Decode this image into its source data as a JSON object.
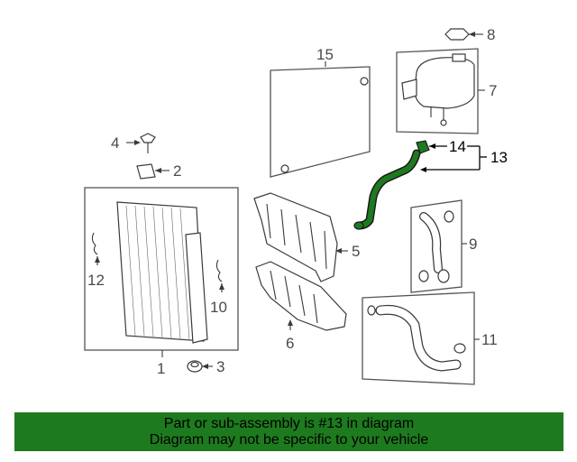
{
  "diagram": {
    "callouts": {
      "c1": "1",
      "c2": "2",
      "c3": "3",
      "c4": "4",
      "c5": "5",
      "c6": "6",
      "c7": "7",
      "c8": "8",
      "c9": "9",
      "c10": "10",
      "c11": "11",
      "c12": "12",
      "c13": "13",
      "c14": "14",
      "c15": "15"
    },
    "highlight_color": "#1e7a1e"
  },
  "banner": {
    "line1": "Part or sub-assembly is #13 in diagram",
    "line2": "Diagram may not be specific to your vehicle",
    "color": "#1e7a1e"
  }
}
